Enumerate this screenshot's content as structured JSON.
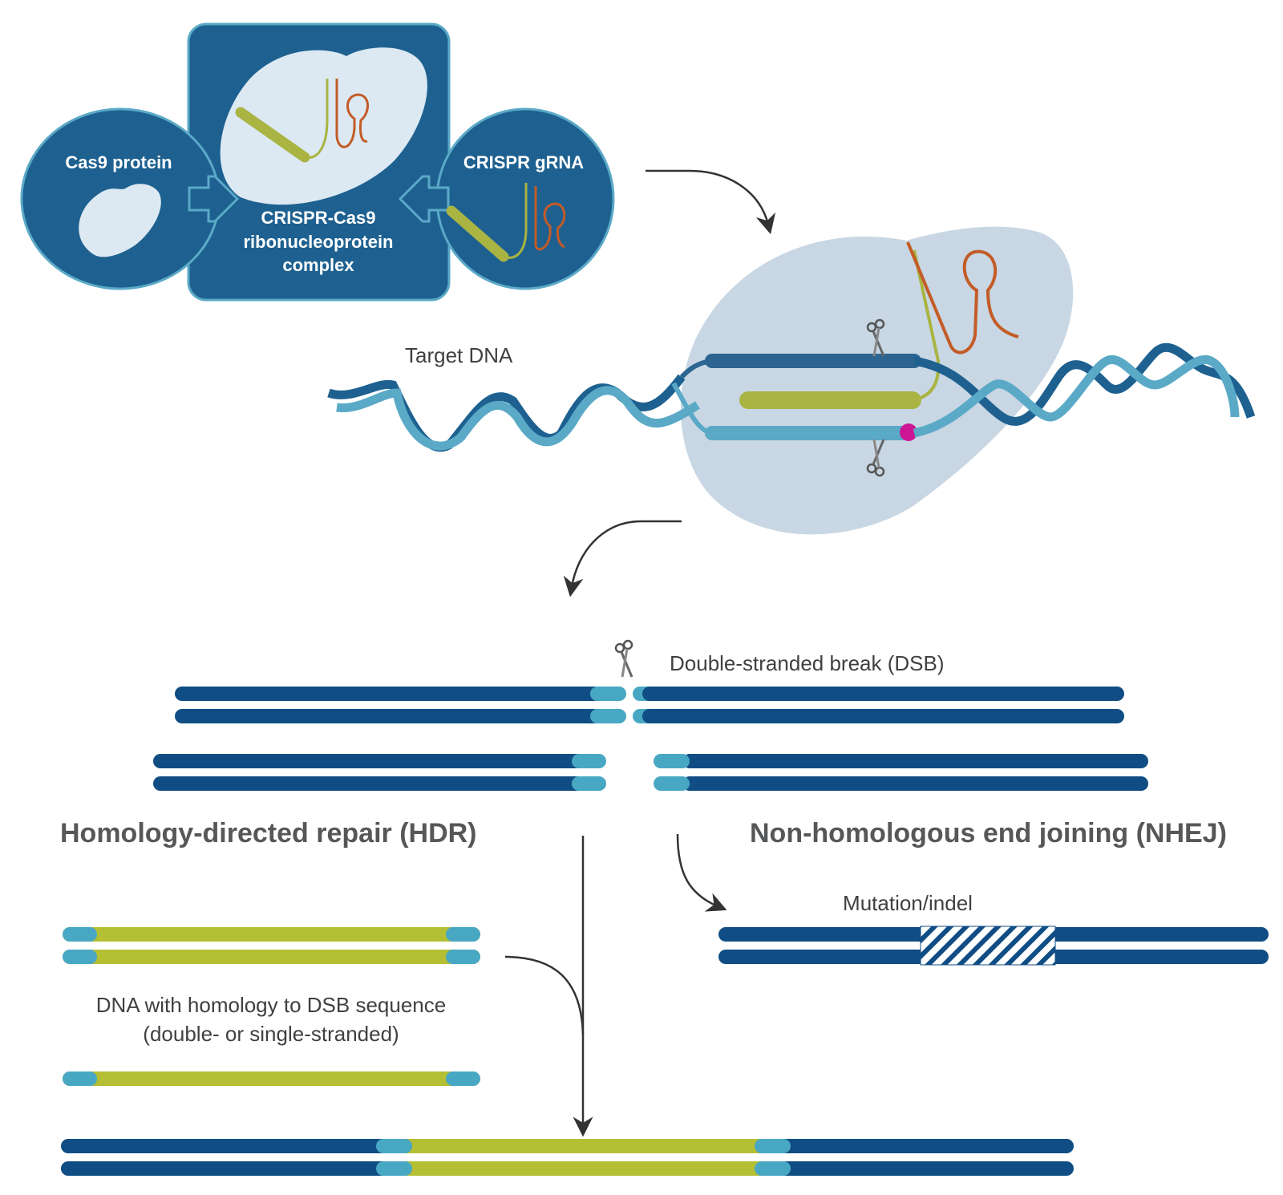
{
  "colors": {
    "dark_blue": "#1e6190",
    "strand_dark": "#104d84",
    "strand_light": "#5aa9c7",
    "homology_end": "#48a8c4",
    "protein_fill": "#dce9f3",
    "protein_big": "#c8d7e3",
    "guide_green": "#a9b443",
    "donor_green": "#b5bf34",
    "rna_orange": "#c45b27",
    "pam_magenta": "#cc1594",
    "text_gray": "#555759"
  },
  "top_panel": {
    "cas9_label": "Cas9 protein",
    "rnp_label_line1": "CRISPR-Cas9",
    "rnp_label_line2": "ribonucleoprotein",
    "rnp_label_line3": "complex",
    "grna_label": "CRISPR gRNA"
  },
  "binding": {
    "target_dna_label": "Target DNA"
  },
  "dsb": {
    "label": "Double-stranded break (DSB)"
  },
  "hdr": {
    "heading": "Homology-directed repair (HDR)",
    "donor_label_line1": "DNA with homology to DSB sequence",
    "donor_label_line2": "(double- or single-stranded)"
  },
  "nhej": {
    "heading": "Non-homologous end joining (NHEJ)",
    "mutation_label": "Mutation/indel"
  }
}
